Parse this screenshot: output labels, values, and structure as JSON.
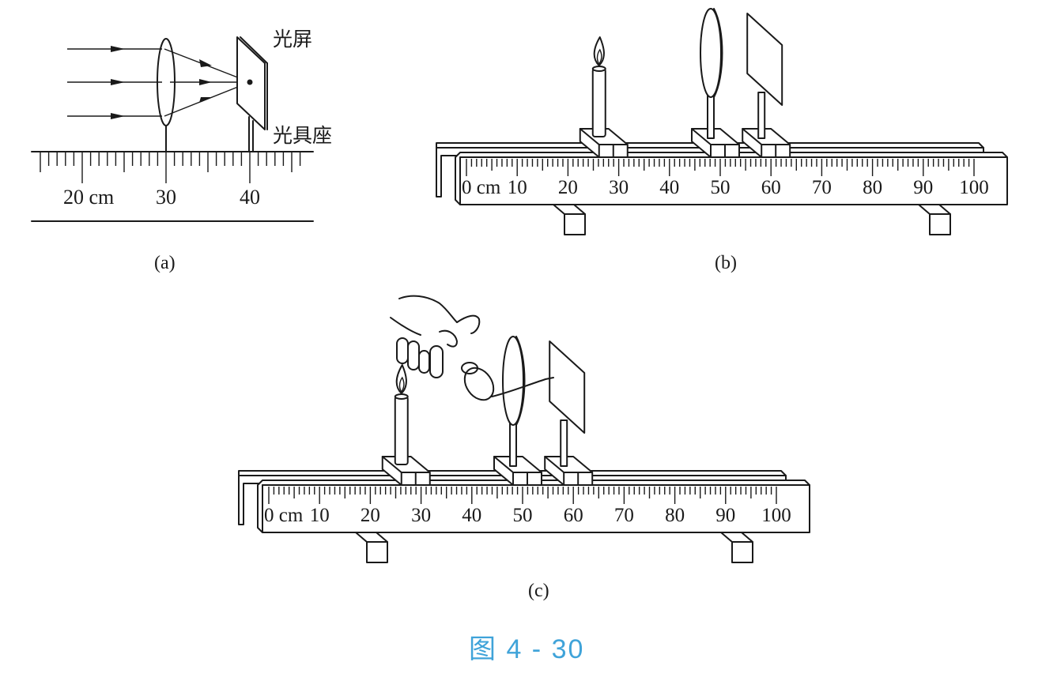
{
  "figure": {
    "caption": "图 4 - 30",
    "caption_color": "#3fa3d9"
  },
  "panel_a": {
    "label": "(a)",
    "screen_label": "光屏",
    "holder_label": "光具座",
    "scale_labels": [
      "20 cm",
      "30",
      "40"
    ],
    "scale_values": [
      20,
      30,
      40
    ],
    "scale_range_cm": [
      15,
      46
    ],
    "lens_position_cm": 30,
    "screen_position_cm": 40,
    "incident_rays": 3
  },
  "panel_b": {
    "label": "(b)",
    "ruler_labels": [
      "0 cm",
      "10",
      "20",
      "30",
      "40",
      "50",
      "60",
      "70",
      "80",
      "90",
      "100"
    ],
    "ruler_values": [
      0,
      10,
      20,
      30,
      40,
      50,
      60,
      70,
      80,
      90,
      100
    ],
    "candle_position_cm": 28,
    "lens_position_cm": 50,
    "screen_position_cm": 60
  },
  "panel_c": {
    "label": "(c)",
    "ruler_labels": [
      "0 cm",
      "10",
      "20",
      "30",
      "40",
      "50",
      "60",
      "70",
      "80",
      "90",
      "100"
    ],
    "ruler_values": [
      0,
      10,
      20,
      30,
      40,
      50,
      60,
      70,
      80,
      90,
      100
    ],
    "candle_position_cm": 28,
    "lens_position_cm": 50,
    "screen_position_cm": 60,
    "extra_objects": [
      "hand",
      "eyeglasses"
    ]
  }
}
